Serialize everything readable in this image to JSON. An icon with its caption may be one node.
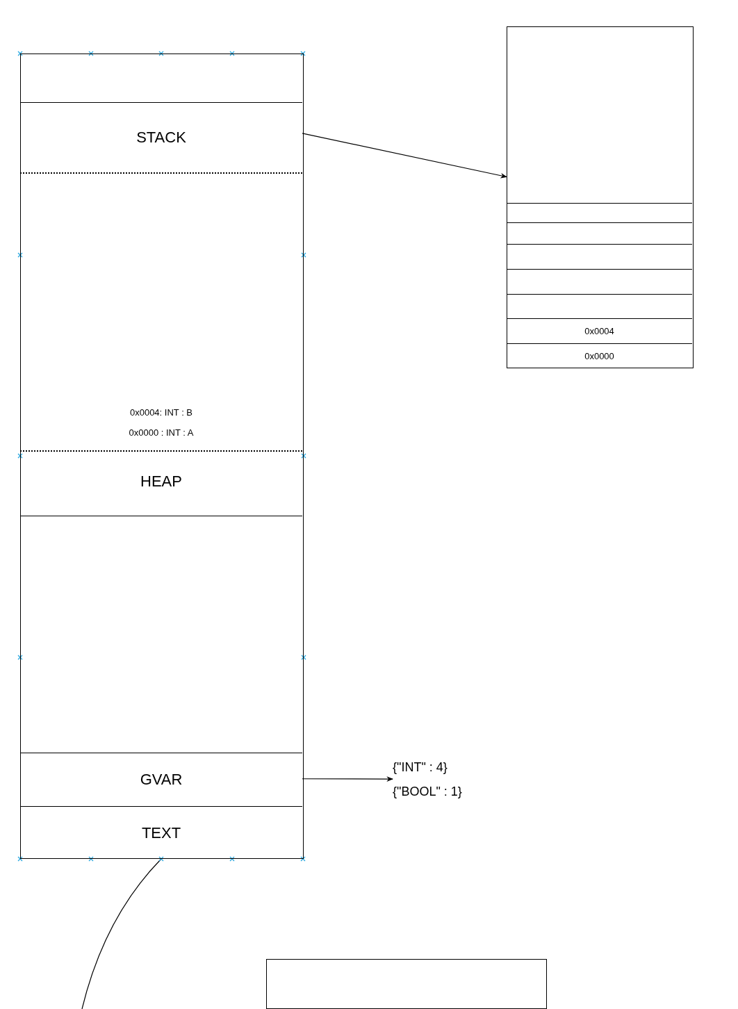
{
  "diagram": {
    "nodes": [
      {
        "text": [],
        "shape": "box"
      },
      {
        "text": [
          "STACK"
        ],
        "in": 0
      },
      {
        "text": [
          "0x0004: INT : B",
          "0x0000 : INT : A"
        ],
        "in": 0
      },
      {
        "text": [
          "HEAP"
        ],
        "in": 0
      },
      {
        "text": [],
        "shape": "box",
        "in": 0
      },
      {
        "text": [
          "GVAR"
        ],
        "in": 0
      },
      {
        "text": [
          "TEXT"
        ],
        "in": 0
      },
      {
        "text": [],
        "shape": "box"
      },
      {
        "text": [],
        "shape": "box",
        "in": 7
      },
      {
        "text": [],
        "shape": "box",
        "in": 7
      },
      {
        "text": [],
        "shape": "box",
        "in": 7
      },
      {
        "text": [],
        "shape": "box",
        "in": 7
      },
      {
        "text": [],
        "shape": "box",
        "in": 7
      },
      {
        "text": [
          "0x0004"
        ],
        "in": 7
      },
      {
        "text": [
          "0x0000"
        ],
        "in": 7
      },
      {
        "text": [
          "{\"INT\" : 4}",
          "{\"BOOL\" : 1}"
        ]
      },
      {
        "text": [],
        "shape": "box"
      }
    ],
    "edges": [
      {
        "from": 1,
        "to": 7,
        "arrow": "to"
      },
      {
        "from": 5,
        "to": 15,
        "arrow": "to"
      },
      {
        "from": 6,
        "to": null,
        "arrow": "none"
      }
    ]
  }
}
